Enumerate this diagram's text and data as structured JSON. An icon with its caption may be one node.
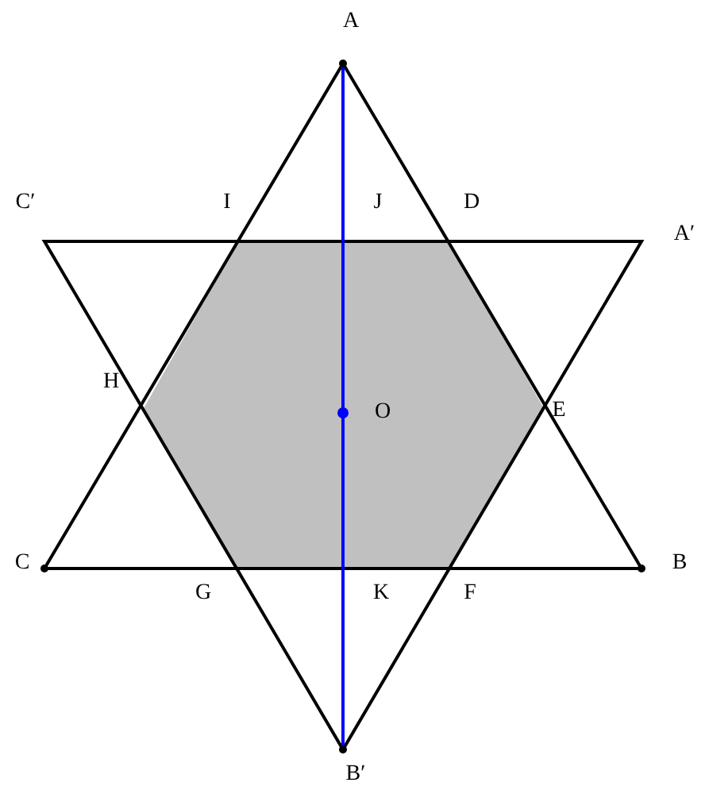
{
  "diagram": {
    "labels": [
      "A",
      "C′",
      "I",
      "J",
      "D",
      "A′",
      "H",
      "O",
      "E",
      "C",
      "G",
      "K",
      "F",
      "B",
      "B′"
    ]
  }
}
